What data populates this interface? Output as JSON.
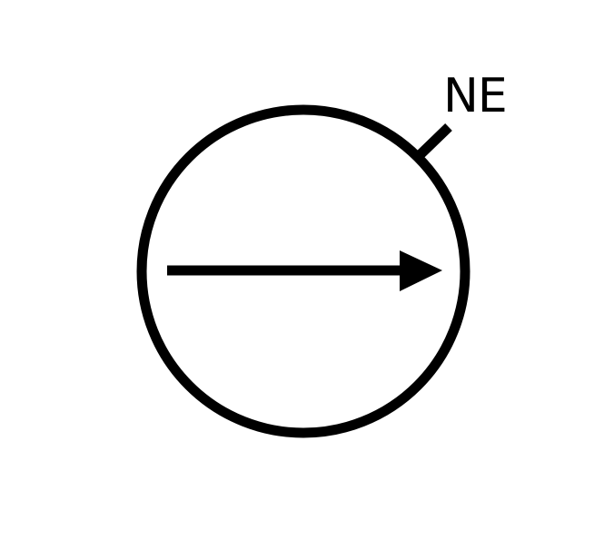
{
  "diagram": {
    "label": "NE",
    "stroke_color": "#000000",
    "background_color": "#ffffff",
    "shapes": [
      "circle",
      "arrow-right",
      "tick-mark"
    ]
  }
}
